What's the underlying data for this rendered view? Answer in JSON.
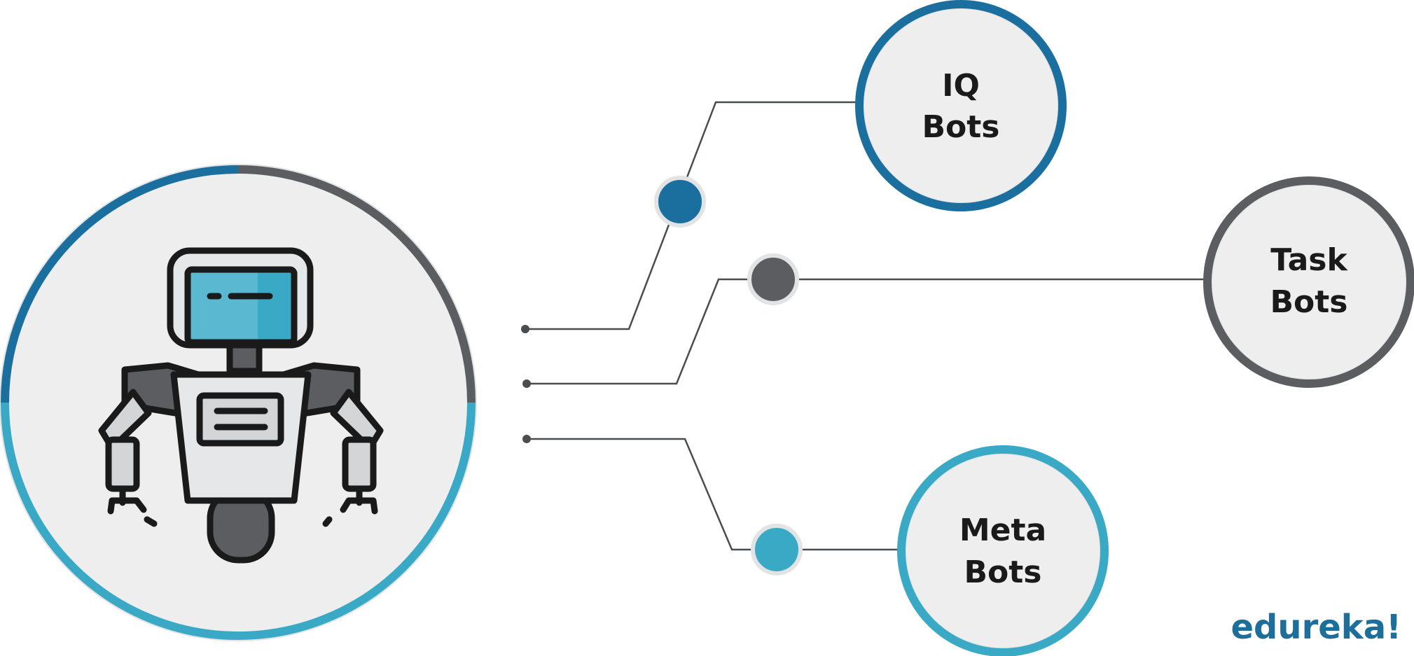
{
  "diagram": {
    "nodes": [
      {
        "id": "iq",
        "line1": "IQ",
        "line2": "Bots",
        "ring_color": "#1b6f9f"
      },
      {
        "id": "task",
        "line1": "Task",
        "line2": "Bots",
        "ring_color": "#5b5d60"
      },
      {
        "id": "meta",
        "line1": "Meta",
        "line2": "Bots",
        "ring_color": "#3aa9c6"
      }
    ],
    "hub_ring_colors": [
      "#1b6f9f",
      "#5b5d60",
      "#3aa9c6"
    ],
    "connector_color": "#4a4d50",
    "circle_fill": "#eeeeef"
  },
  "brand": {
    "name": "edureka!",
    "color": "#1e6e9c"
  }
}
